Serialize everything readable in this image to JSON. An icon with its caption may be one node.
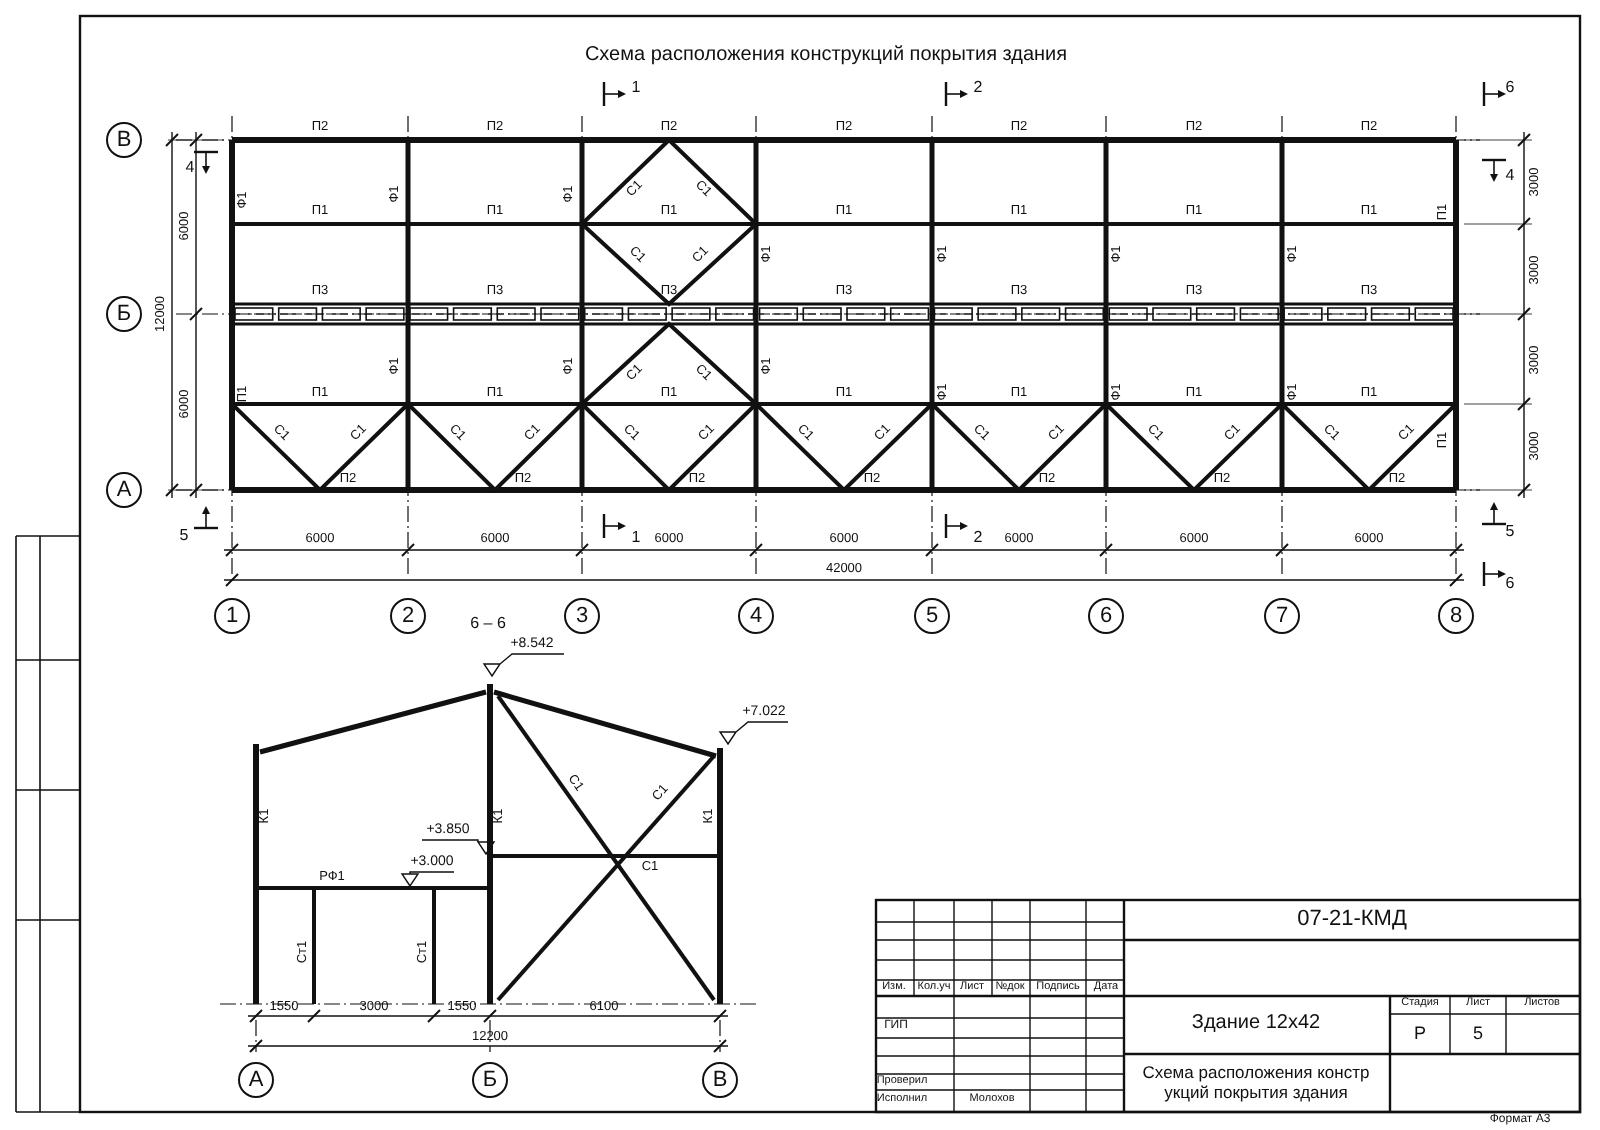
{
  "diagram": {
    "title": "Схема расположения конструкций покрытия здания",
    "nodes": [
      {
        "text": [
          "В"
        ]
      },
      {
        "text": [
          "Б"
        ]
      },
      {
        "text": [
          "А"
        ]
      },
      {
        "text": [
          "1"
        ]
      },
      {
        "text": [
          "2"
        ]
      },
      {
        "text": [
          "3"
        ]
      },
      {
        "text": [
          "4"
        ]
      },
      {
        "text": [
          "5"
        ]
      },
      {
        "text": [
          "6"
        ]
      },
      {
        "text": [
          "7"
        ]
      },
      {
        "text": [
          "8"
        ]
      },
      {
        "text": [
          "А"
        ]
      },
      {
        "text": [
          "Б"
        ]
      },
      {
        "text": [
          "В"
        ]
      }
    ],
    "labels": [
      "1",
      "2",
      "6",
      "П2",
      "П2",
      "П2",
      "П2",
      "П2",
      "П2",
      "П2",
      "4",
      "4",
      "Ф1",
      "Ф1",
      "Ф1",
      "Ф1",
      "Ф1",
      "Ф1",
      "Ф1",
      "П1",
      "П1",
      "П1",
      "П1",
      "П1",
      "П1",
      "П1",
      "П1",
      "С1",
      "С1",
      "С1",
      "С1",
      "П3",
      "П3",
      "П3",
      "П3",
      "П3",
      "П3",
      "П3",
      "6000",
      "12000",
      "6000",
      "3000",
      "3000",
      "3000",
      "3000",
      "С1",
      "С1",
      "П1",
      "Ф1",
      "Ф1",
      "Ф1",
      "Ф1",
      "Ф1",
      "Ф1",
      "П1",
      "П1",
      "П1",
      "П1",
      "П1",
      "П1",
      "П1",
      "П1",
      "С1",
      "С1",
      "С1",
      "С1",
      "С1",
      "С1",
      "С1",
      "С1",
      "С1",
      "С1",
      "С1",
      "С1",
      "С1",
      "С1",
      "П2",
      "П2",
      "П2",
      "П2",
      "П2",
      "П2",
      "П2",
      "5",
      "1",
      "2",
      "5",
      "6",
      "6000",
      "6000",
      "6000",
      "6000",
      "6000",
      "6000",
      "6000",
      "42000",
      "6 – 6",
      "+8.542",
      "+7.022",
      "С1",
      "К1",
      "К1",
      "+3.850",
      "С1",
      "К1",
      "+3.000",
      "С1",
      "РФ1",
      "Ст1",
      "Ст1",
      "1550",
      "3000",
      "1550",
      "6100",
      "12200",
      "07-21-КМД",
      "Изм.",
      "Кол.уч",
      "Лист",
      "№док",
      "Подпись",
      "Дата",
      "Здание 12х42",
      "Стадия",
      "Лист",
      "Листов",
      "ГИП",
      "Р",
      "5",
      "Схема расположения констр укций покрытия здания",
      "Проверил",
      "Исполнил",
      "Молохов",
      "Формат А3"
    ]
  }
}
